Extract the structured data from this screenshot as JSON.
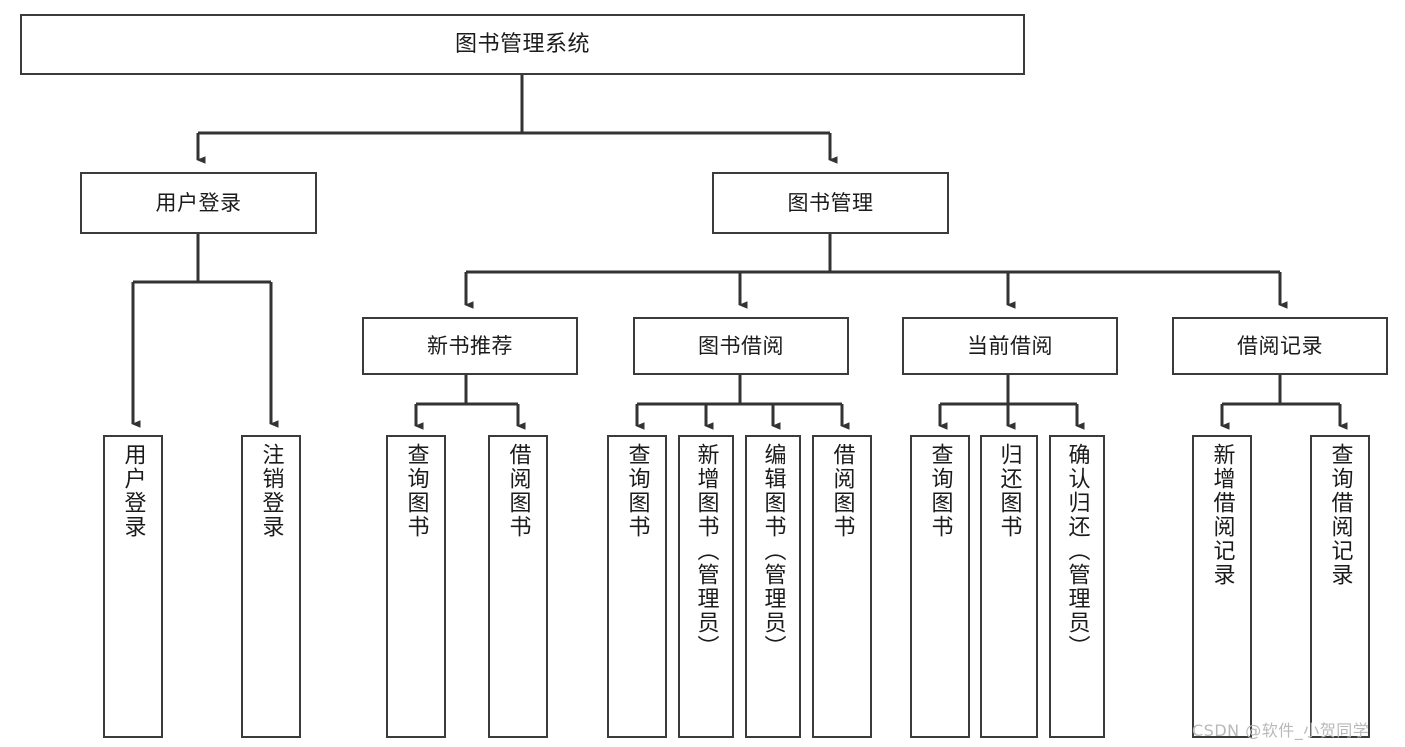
{
  "diagram": {
    "title": "图书管理系统",
    "type": "hierarchy-tree",
    "root": {
      "id": "root",
      "label": "图书管理系统"
    },
    "level2": [
      {
        "id": "user-login",
        "label": "用户登录"
      },
      {
        "id": "book-manage",
        "label": "图书管理"
      }
    ],
    "level3": [
      {
        "id": "new-book-recommend",
        "label": "新书推荐",
        "parent": "book-manage"
      },
      {
        "id": "book-borrow",
        "label": "图书借阅",
        "parent": "book-manage"
      },
      {
        "id": "current-borrow",
        "label": "当前借阅",
        "parent": "book-manage"
      },
      {
        "id": "borrow-record",
        "label": "借阅记录",
        "parent": "book-manage"
      }
    ],
    "leaves": [
      {
        "id": "leaf-user-login",
        "label": "用户登录",
        "parent": "user-login"
      },
      {
        "id": "leaf-logout",
        "label": "注销登录",
        "parent": "user-login"
      },
      {
        "id": "leaf-query-book-1",
        "label": "查询图书",
        "parent": "new-book-recommend"
      },
      {
        "id": "leaf-borrow-book-1",
        "label": "借阅图书",
        "parent": "new-book-recommend"
      },
      {
        "id": "leaf-query-book-2",
        "label": "查询图书",
        "parent": "book-borrow"
      },
      {
        "id": "leaf-add-book",
        "label": "新增图书（管理员）",
        "parent": "book-borrow"
      },
      {
        "id": "leaf-edit-book",
        "label": "编辑图书（管理员）",
        "parent": "book-borrow"
      },
      {
        "id": "leaf-borrow-book-2",
        "label": "借阅图书",
        "parent": "book-borrow"
      },
      {
        "id": "leaf-query-book-3",
        "label": "查询图书",
        "parent": "current-borrow"
      },
      {
        "id": "leaf-return-book",
        "label": "归还图书",
        "parent": "current-borrow"
      },
      {
        "id": "leaf-confirm-return",
        "label": "确认归还（管理员）",
        "parent": "current-borrow"
      },
      {
        "id": "leaf-add-record",
        "label": "新增借阅记录",
        "parent": "borrow-record"
      },
      {
        "id": "leaf-query-record",
        "label": "查询借阅记录",
        "parent": "borrow-record"
      }
    ]
  },
  "watermark": {
    "text": "CSDN @软件_小贺同学"
  },
  "colors": {
    "background": "#ffffff",
    "box_border": "#3b3b3b",
    "edge": "#333333",
    "text": "#1b1b1b",
    "watermark": "#b9b9b9"
  }
}
